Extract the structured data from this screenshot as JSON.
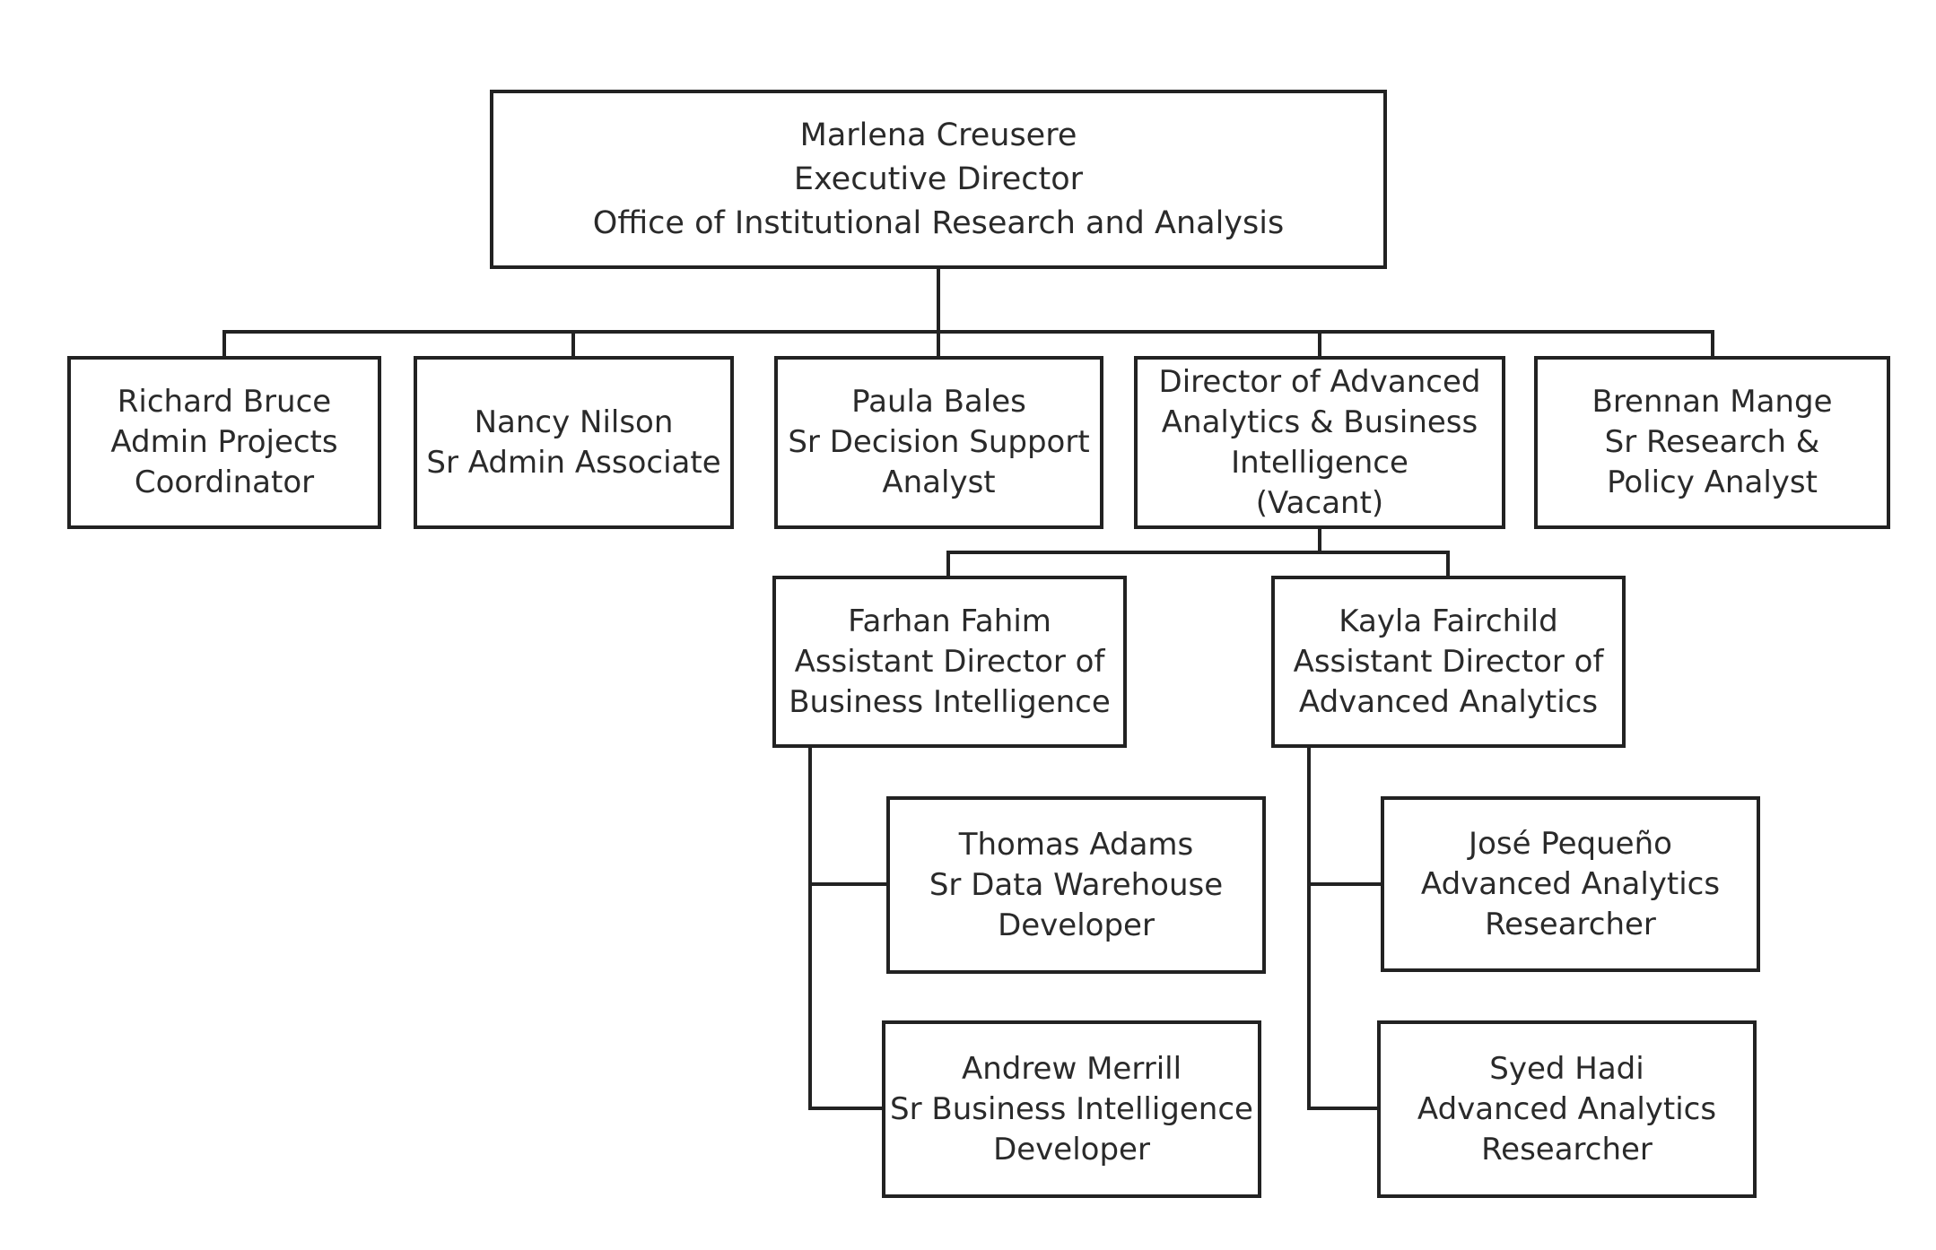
{
  "org_chart": {
    "executive": {
      "name": "Marlena Creusere",
      "title": "Executive Director",
      "office": "Office of Institutional Research and Analysis"
    },
    "direct_reports": [
      {
        "id": "richard",
        "lines": [
          "Richard Bruce",
          "Admin Projects",
          "Coordinator"
        ]
      },
      {
        "id": "nancy",
        "lines": [
          "Nancy Nilson",
          "Sr Admin Associate"
        ]
      },
      {
        "id": "paula",
        "lines": [
          "Paula Bales",
          "Sr Decision Support",
          "Analyst"
        ]
      },
      {
        "id": "director",
        "lines": [
          "Director of Advanced",
          "Analytics & Business",
          "Intelligence",
          "(Vacant)"
        ]
      },
      {
        "id": "brennan",
        "lines": [
          "Brennan Mange",
          "Sr Research &",
          "Policy Analyst"
        ]
      }
    ],
    "assistant_directors": [
      {
        "id": "farhan",
        "lines": [
          "Farhan Fahim",
          "Assistant Director of",
          "Business Intelligence"
        ]
      },
      {
        "id": "kayla",
        "lines": [
          "Kayla Fairchild",
          "Assistant Director of",
          "Advanced Analytics"
        ]
      }
    ],
    "staff": [
      {
        "id": "thomas",
        "lines": [
          "Thomas Adams",
          "Sr Data Warehouse",
          "Developer"
        ]
      },
      {
        "id": "andrew",
        "lines": [
          "Andrew Merrill",
          "Sr Business Intelligence",
          "Developer"
        ]
      },
      {
        "id": "jose",
        "lines": [
          "José Pequeño",
          "Advanced Analytics",
          "Researcher"
        ]
      },
      {
        "id": "syed",
        "lines": [
          "Syed Hadi",
          "Advanced Analytics",
          "Researcher"
        ]
      }
    ]
  },
  "colors": {
    "line": "#222222",
    "text": "#2a2a2a",
    "background": "#ffffff"
  }
}
